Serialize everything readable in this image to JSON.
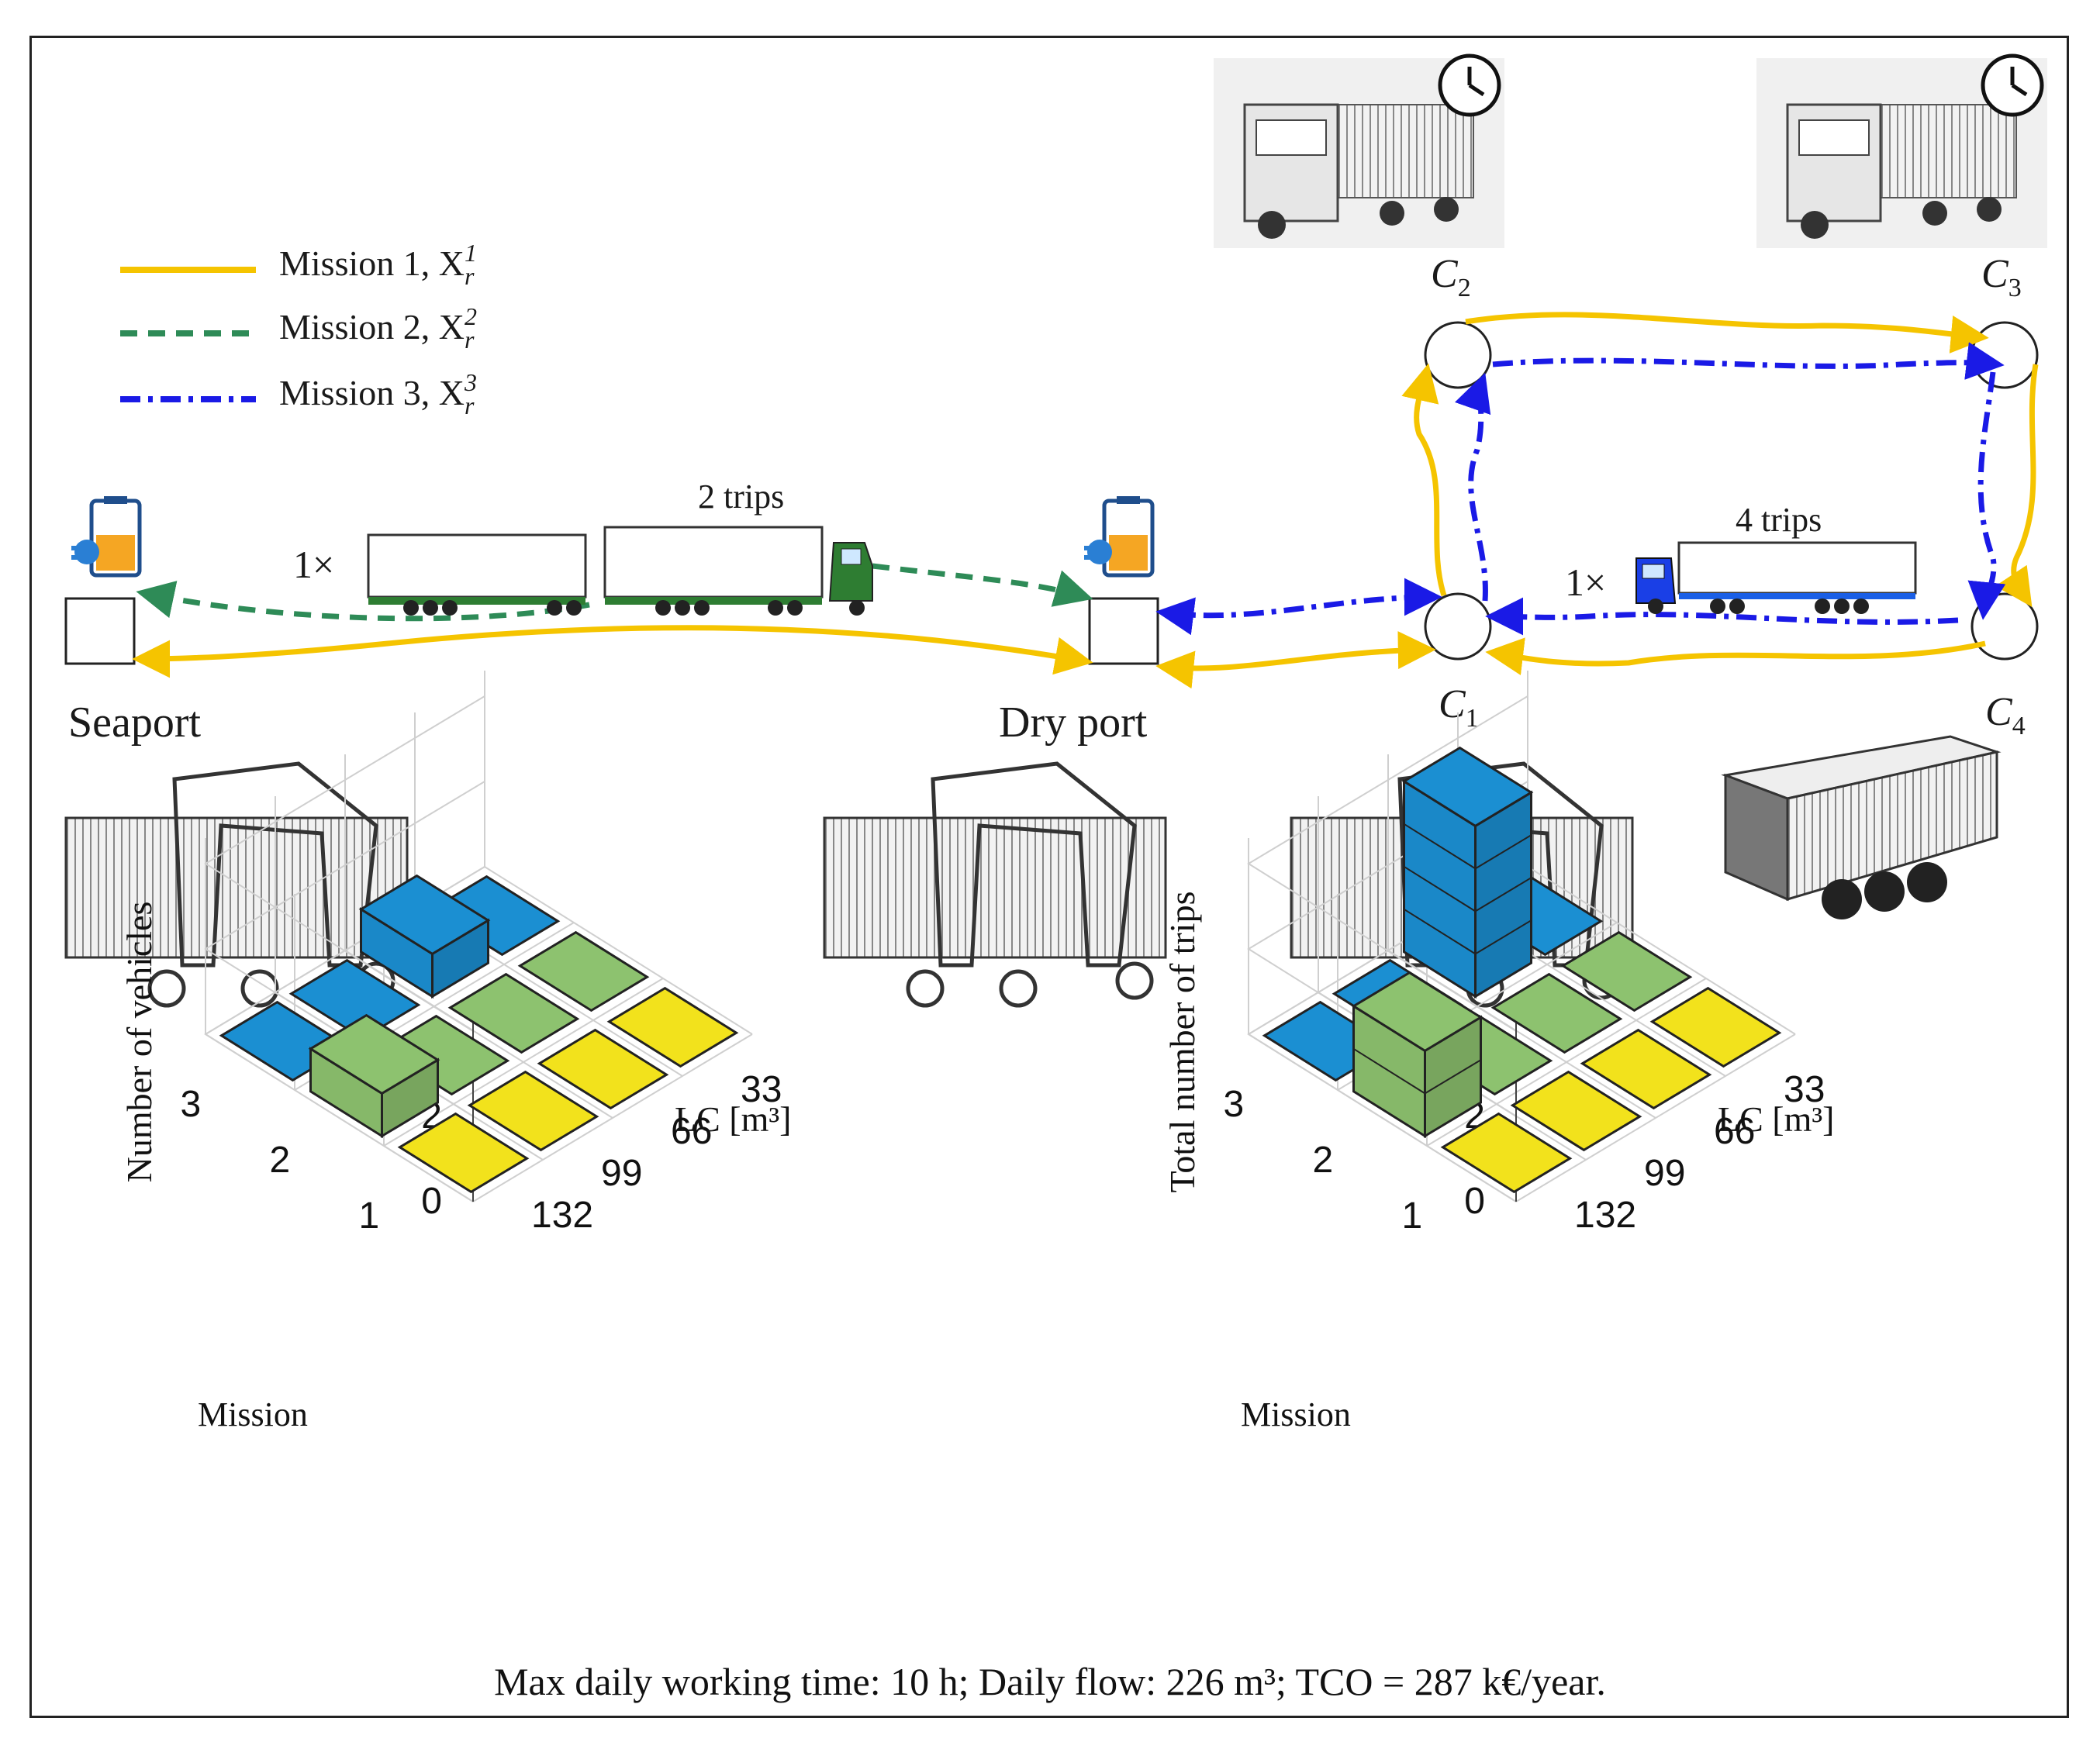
{
  "legend": {
    "mission1": {
      "name": "Mission 1, X",
      "sup": "1",
      "sub": "r",
      "color": "#F5C400",
      "style": "solid"
    },
    "mission2": {
      "name": "Mission 2, X",
      "sup": "2",
      "sub": "r",
      "color": "#2E8B57",
      "style": "dashed"
    },
    "mission3": {
      "name": "Mission 3, X",
      "sup": "3",
      "sub": "r",
      "color": "#1A1AE6",
      "style": "dash-dot"
    }
  },
  "nodes": {
    "seaport": "Seaport",
    "dryport": "Dry port",
    "c1": "C",
    "c1_sub": "1",
    "c2": "C",
    "c2_sub": "2",
    "c3": "C",
    "c3_sub": "3",
    "c4": "C",
    "c4_sub": "4"
  },
  "fleet": {
    "mission2_trips": "2 trips",
    "mission2_count": "1×",
    "mission3_trips": "4 trips",
    "mission3_count": "1×"
  },
  "icons": [
    "charging-station-icon",
    "clock-icon",
    "truck-icon",
    "straddle-carrier-icon",
    "container-trailer-icon"
  ],
  "chart_data": [
    {
      "type": "bar3d",
      "zlabel": "Number of vehicles",
      "xlabel": "LC [m³]",
      "ylabel": "Mission",
      "x_categories": [
        "132",
        "99",
        "66",
        "33"
      ],
      "y_categories": [
        "1",
        "2",
        "3"
      ],
      "z_ticks": [
        "0",
        "2",
        "4"
      ],
      "zlim": [
        0,
        4
      ],
      "colors": {
        "1": "#F2E21C",
        "2": "#8DC26F",
        "3": "#1B8FD2"
      },
      "values": [
        {
          "mission": 1,
          "lc": "132",
          "value": 0
        },
        {
          "mission": 1,
          "lc": "99",
          "value": 0
        },
        {
          "mission": 1,
          "lc": "66",
          "value": 0
        },
        {
          "mission": 1,
          "lc": "33",
          "value": 0
        },
        {
          "mission": 2,
          "lc": "132",
          "value": 1
        },
        {
          "mission": 2,
          "lc": "99",
          "value": 0
        },
        {
          "mission": 2,
          "lc": "66",
          "value": 0
        },
        {
          "mission": 2,
          "lc": "33",
          "value": 0
        },
        {
          "mission": 3,
          "lc": "132",
          "value": 0
        },
        {
          "mission": 3,
          "lc": "99",
          "value": 0
        },
        {
          "mission": 3,
          "lc": "66",
          "value": 1
        },
        {
          "mission": 3,
          "lc": "33",
          "value": 0
        }
      ]
    },
    {
      "type": "bar3d",
      "zlabel": "Total number of trips",
      "xlabel": "LC [m³]",
      "ylabel": "Mission",
      "x_categories": [
        "132",
        "99",
        "66",
        "33"
      ],
      "y_categories": [
        "1",
        "2",
        "3"
      ],
      "z_ticks": [
        "0",
        "2",
        "4"
      ],
      "zlim": [
        0,
        4
      ],
      "colors": {
        "1": "#F2E21C",
        "2": "#8DC26F",
        "3": "#1B8FD2"
      },
      "values": [
        {
          "mission": 1,
          "lc": "132",
          "value": 0
        },
        {
          "mission": 1,
          "lc": "99",
          "value": 0
        },
        {
          "mission": 1,
          "lc": "66",
          "value": 0
        },
        {
          "mission": 1,
          "lc": "33",
          "value": 0
        },
        {
          "mission": 2,
          "lc": "132",
          "value": 2
        },
        {
          "mission": 2,
          "lc": "99",
          "value": 0
        },
        {
          "mission": 2,
          "lc": "66",
          "value": 0
        },
        {
          "mission": 2,
          "lc": "33",
          "value": 0
        },
        {
          "mission": 3,
          "lc": "132",
          "value": 0
        },
        {
          "mission": 3,
          "lc": "99",
          "value": 0
        },
        {
          "mission": 3,
          "lc": "66",
          "value": 4
        },
        {
          "mission": 3,
          "lc": "33",
          "value": 0
        }
      ]
    }
  ],
  "caption": "Max daily working time: 10 h; Daily flow: 226 m³; TCO = 287 k€/year."
}
